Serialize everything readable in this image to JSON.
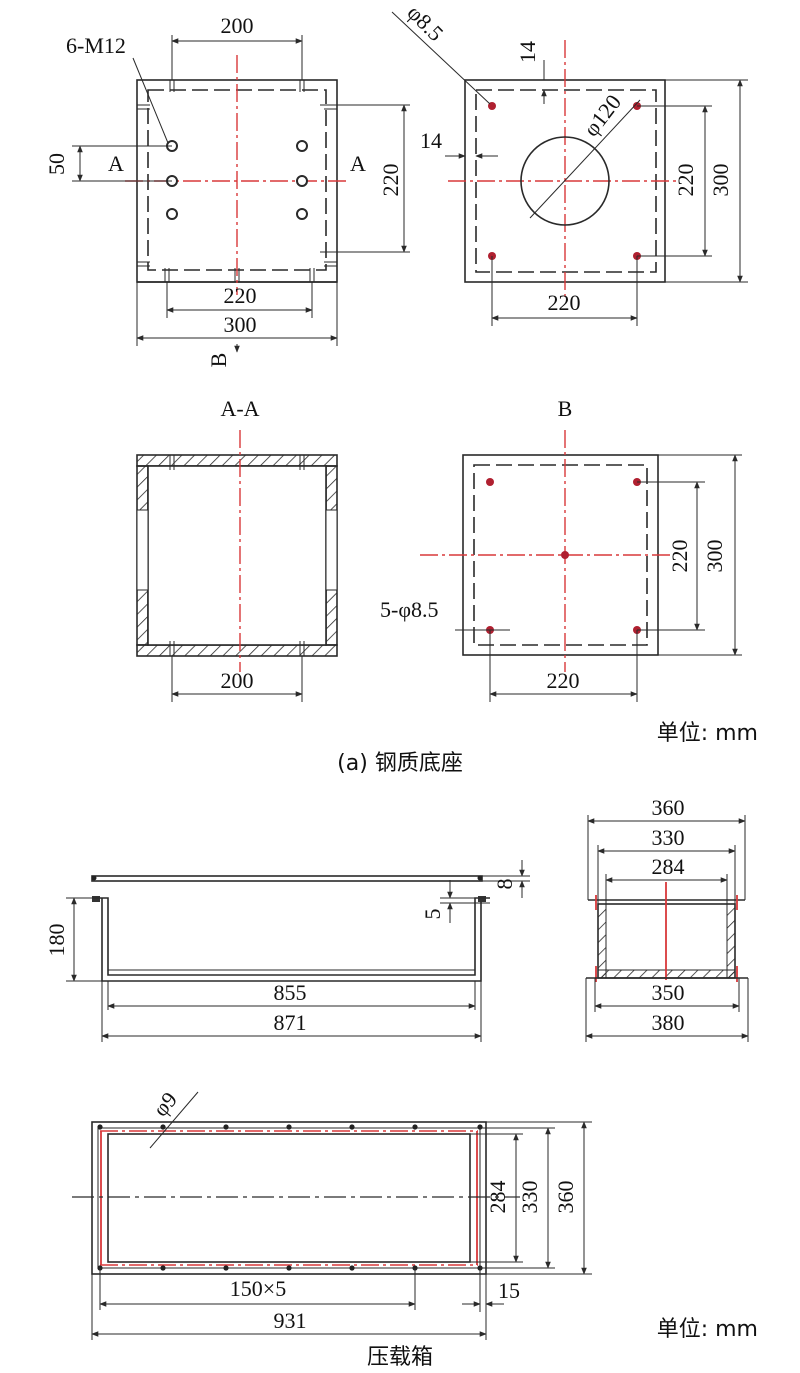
{
  "part_a": {
    "caption": "(a) 钢质底座",
    "unit": "单位: mm",
    "plan_view": {
      "bolt_label": "6-M12",
      "dim_top": "200",
      "dim_offset": "50",
      "section_mark_left": "A",
      "section_mark_right": "A",
      "dim_height": "220",
      "dim_inner": "220",
      "dim_outer": "300",
      "view_mark": "B"
    },
    "top_view": {
      "hole_label": "φ8.5",
      "dim_edge_top": "14",
      "dim_edge_left": "14",
      "center_hole": "φ120",
      "dim_inner_v": "220",
      "dim_outer_v": "300",
      "dim_inner_h": "220"
    },
    "section_aa": {
      "title": "A-A",
      "dim_bottom": "200"
    },
    "view_b": {
      "title": "B",
      "holes_label": "5-φ8.5",
      "dim_inner_v": "220",
      "dim_outer_v": "300",
      "dim_inner_h": "220"
    }
  },
  "part_b": {
    "caption": "压载箱",
    "unit": "单位: mm",
    "front_view": {
      "dim_height": "180",
      "dim_lid": "8",
      "dim_wall": "5",
      "dim_inner": "855",
      "dim_outer": "871"
    },
    "side_view": {
      "dim_360": "360",
      "dim_330": "330",
      "dim_284": "284",
      "dim_350": "350",
      "dim_380": "380"
    },
    "plan_view": {
      "hole_label": "φ9",
      "dim_284": "284",
      "dim_330": "330",
      "dim_360": "360",
      "dim_pitch": "150×5",
      "dim_edge": "15",
      "dim_length": "931"
    }
  }
}
